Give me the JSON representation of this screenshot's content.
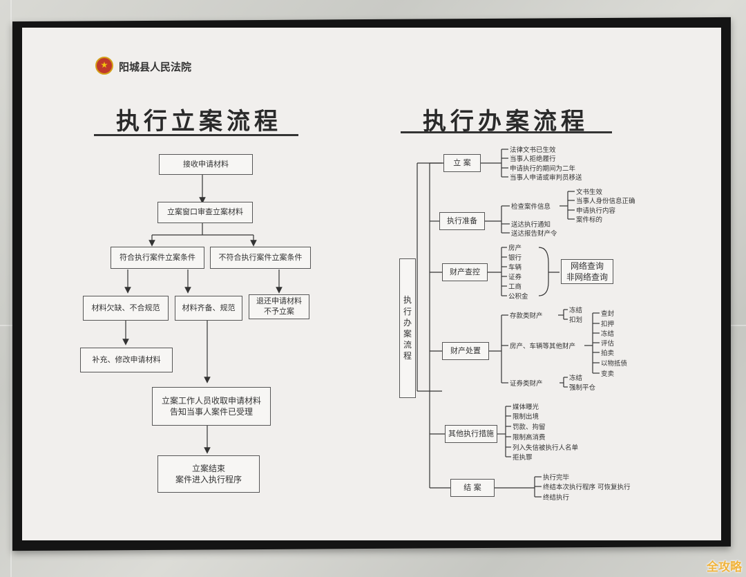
{
  "court": {
    "name": "阳城县人民法院"
  },
  "left": {
    "title": "执行立案流程",
    "boxes": {
      "receive": "接收申请材料",
      "review": "立案窗口审查立案材料",
      "meets": "符合执行案件立案条件",
      "not_meets": "不符合执行案件立案条件",
      "lacking": "材料欠缺、不合规范",
      "complete": "材料齐备、规范",
      "return": "退还申请材料\n不予立案",
      "supplement": "补充、修改申请材料",
      "staff": "立案工作人员收取申请材料\n告知当事人案件已受理",
      "end": "立案结束\n案件进入执行程序"
    }
  },
  "right": {
    "title": "执行办案流程",
    "root": "执\n行\n办\n案\n流\n程",
    "stages": [
      "立 案",
      "执行准备",
      "财产查控",
      "财产处置",
      "其他执行措施",
      "结 案"
    ],
    "lian_items": [
      "法律文书已生效",
      "当事人拒绝履行",
      "申请执行的期间为二年",
      "当事人申请或审判员移送"
    ],
    "zhunbei": {
      "check": "检查案件信息",
      "check_items": [
        "文书生效",
        "当事人身份信息正确",
        "申请执行内容",
        "案件标的"
      ],
      "notice": "送达执行通知",
      "report": "送达报告财产令"
    },
    "chakong_items": [
      "房产",
      "银行",
      "车辆",
      "证券",
      "工商",
      "公积金"
    ],
    "chakong_result": "网络查询\n非网络查询",
    "chuzhi": {
      "deposit": "存款类财产",
      "deposit_items": [
        "冻结",
        "扣划"
      ],
      "house": "房产、车辆等其他财产",
      "house_items": [
        "查封",
        "扣押",
        "冻结",
        "评估",
        "拍卖",
        "以物抵债",
        "变卖"
      ],
      "securities": "证券类财产",
      "securities_items": [
        "冻结",
        "强制平仓"
      ]
    },
    "other_items": [
      "媒体曝光",
      "限制出境",
      "罚款、拘留",
      "限制高消费",
      "列入失信被执行人名单",
      "拒执罪"
    ],
    "jiean_items": [
      "执行完毕",
      "终结本次执行程序 可恢复执行",
      "终结执行"
    ]
  },
  "watermark": "全攻略"
}
